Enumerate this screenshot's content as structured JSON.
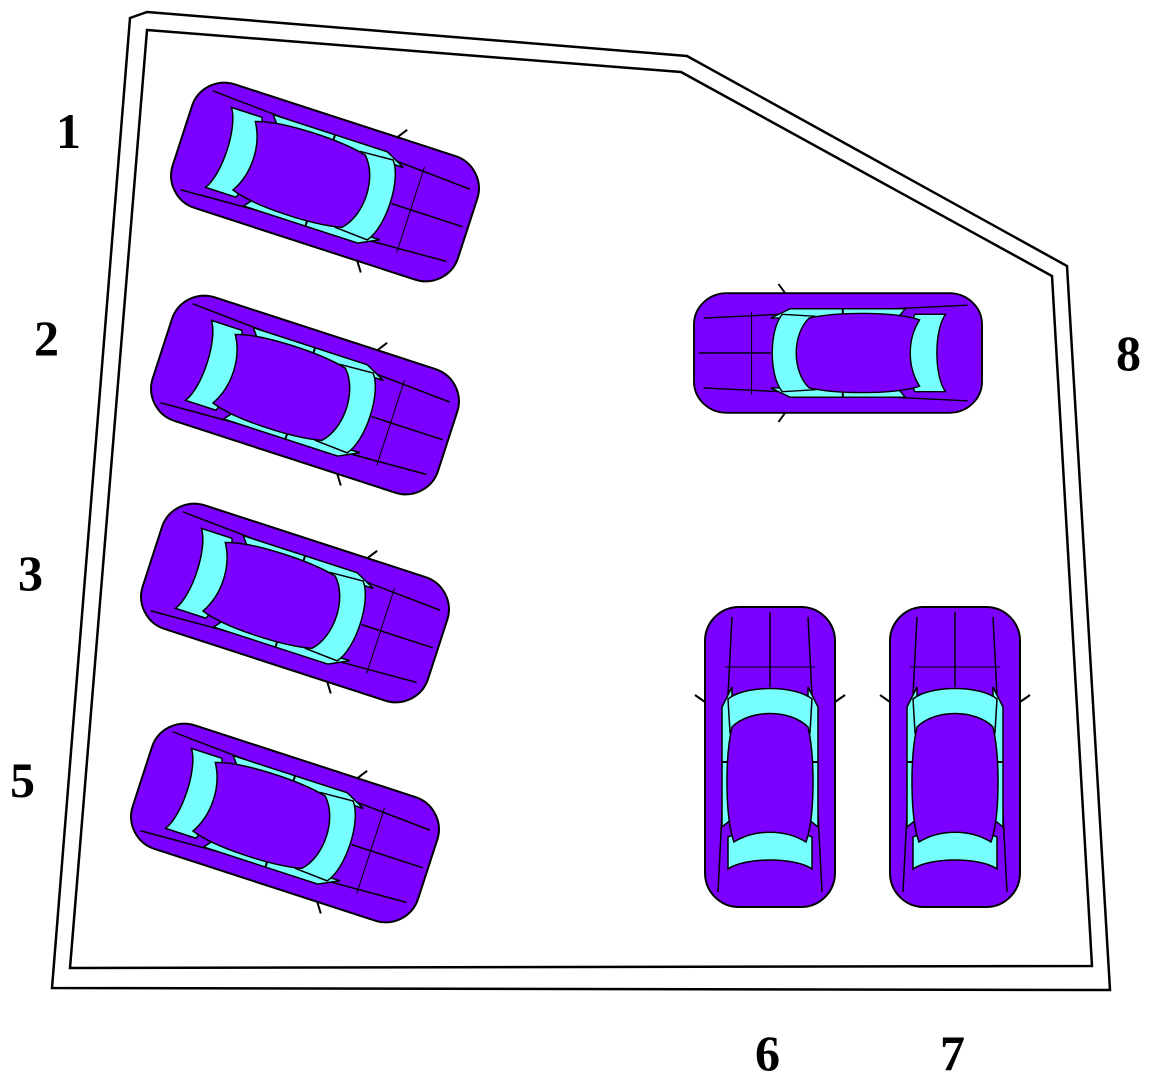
{
  "colors": {
    "car_body": "#7b00ff",
    "car_glass": "#77ffff",
    "outline": "#000000",
    "lot_fill": "#ffffff",
    "background": "#ffffff"
  },
  "spots": [
    {
      "id": "spot-1",
      "label": "1",
      "heading": "east"
    },
    {
      "id": "spot-2",
      "label": "2",
      "heading": "east"
    },
    {
      "id": "spot-3",
      "label": "3",
      "heading": "east"
    },
    {
      "id": "spot-5",
      "label": "5",
      "heading": "east"
    },
    {
      "id": "spot-6",
      "label": "6",
      "heading": "north"
    },
    {
      "id": "spot-7",
      "label": "7",
      "heading": "north"
    },
    {
      "id": "spot-8",
      "label": "8",
      "heading": "west"
    }
  ]
}
